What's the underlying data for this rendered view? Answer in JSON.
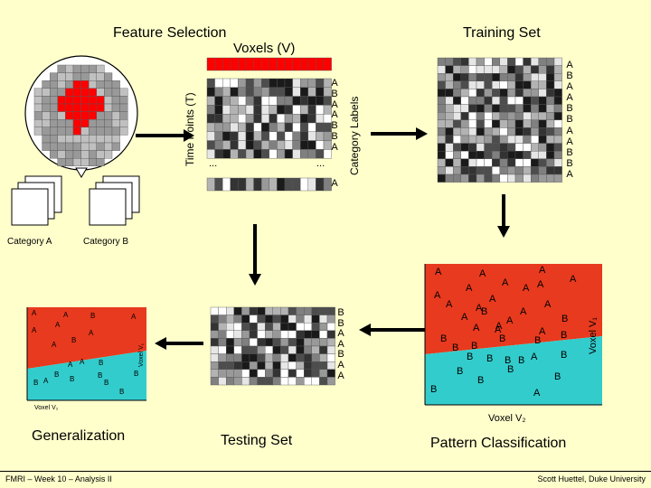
{
  "titles": {
    "feature_selection": "Feature Selection",
    "voxels": "Voxels (V)",
    "time_points": "Time Points (T)",
    "category_labels": "Category Labels",
    "training_set": "Training Set",
    "testing_set": "Testing Set",
    "generalization": "Generalization",
    "pattern_classification": "Pattern Classification"
  },
  "categories": {
    "a": "Category A",
    "b": "Category B"
  },
  "feature_labels": [
    "A",
    "B",
    "A",
    "A",
    "B",
    "B",
    "A"
  ],
  "feature_extra_label": "A",
  "training_labels": [
    "A",
    "B",
    "A",
    "A",
    "B",
    "B",
    "A",
    "A",
    "B",
    "B",
    "A"
  ],
  "testing_labels": [
    "B",
    "B",
    "A",
    "A",
    "B",
    "A",
    "A"
  ],
  "ellipsis": "...",
  "pattern_axes": {
    "x": "Voxel V₂",
    "y": "Voxel V₁"
  },
  "generalization_axes": {
    "x": "Voxel V₂",
    "y": "Voxel V₁"
  },
  "pattern_points": [
    "A",
    "A",
    "A",
    "A",
    "A",
    "A",
    "A",
    "A",
    "A",
    "A",
    "A",
    "A",
    "A",
    "A",
    "A",
    "A",
    "A",
    "B",
    "B",
    "B",
    "B",
    "B",
    "B",
    "B",
    "B",
    "B",
    "B",
    "B",
    "B",
    "B",
    "B",
    "B",
    "B",
    "B",
    "B",
    "A",
    "A",
    "A",
    "A",
    "A"
  ],
  "generalization_points": [
    "A",
    "A",
    "A",
    "A",
    "A",
    "A",
    "A",
    "B",
    "B",
    "A",
    "A",
    "B",
    "B",
    "B",
    "B",
    "B",
    "B",
    "A",
    "B",
    "B"
  ],
  "footer": {
    "left": "FMRI – Week 10 – Analysis II",
    "right": "Scott Huettel, Duke University"
  },
  "colors": {
    "background": "#ffffcc",
    "red": "#e83a1e",
    "cyan": "#33cccc",
    "voxel_red": "#ff0000",
    "footer_line": "#000000"
  }
}
